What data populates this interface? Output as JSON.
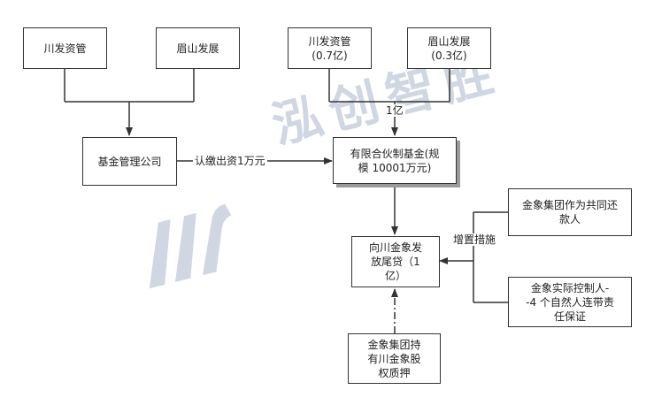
{
  "boxes": {
    "chuanfa_left": "川发资管",
    "meishan_left": "眉山发展",
    "chuanfa_right": "川发资管\n(0.7亿)",
    "meishan_right": "眉山发展\n(0.3亿)",
    "fund_manager": "基金管理公司",
    "fund": "有限合伙制基金(规\n模 10001万元)",
    "loan": "向川金象发\n放尾贷（1\n亿）",
    "guarantee_group": "金象集团作为共同还\n款人",
    "guarantee_controller": "金象实际控制人-\n-4 个自然人连带责\n任保证",
    "pledge": "金象集团持\n有川金象股\n权质押"
  },
  "labels": {
    "one_yi": "1亿",
    "subscribe": "认缴出资1万元",
    "credit_measures": "增置措施"
  },
  "watermark": {
    "text": "泓创智胜"
  },
  "colors": {
    "line": "#333333",
    "watermark": "#c8d0de",
    "shadow": "#9a9a9a"
  }
}
